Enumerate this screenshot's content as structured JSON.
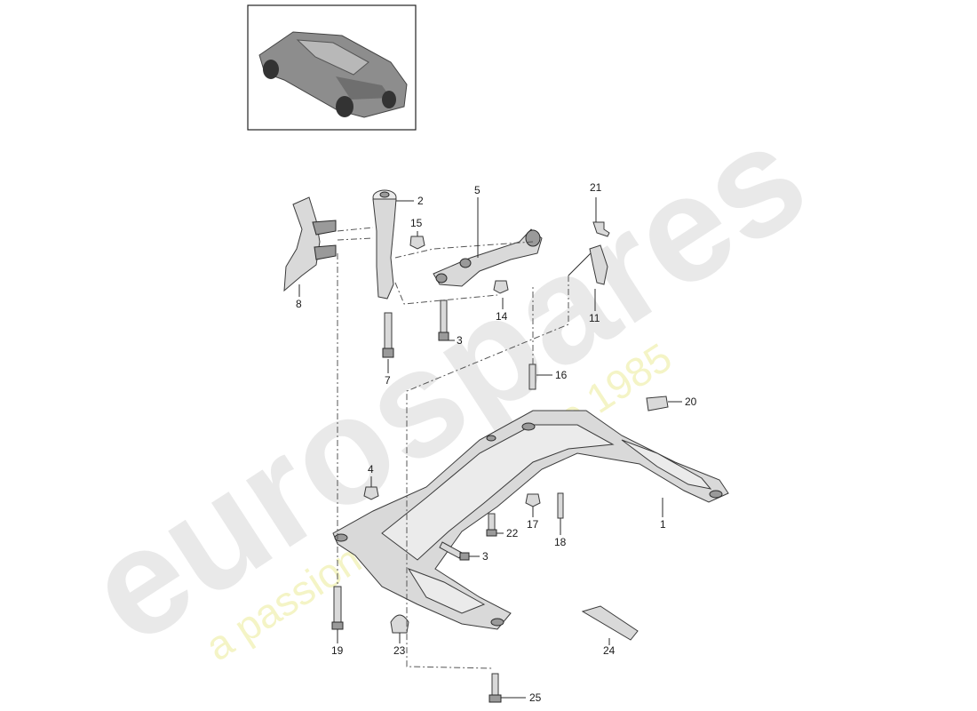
{
  "watermark": {
    "brand": "eurospares",
    "tagline": "a passion for parts since 1985"
  },
  "callouts": [
    {
      "id": "1",
      "text": "1"
    },
    {
      "id": "2",
      "text": "2"
    },
    {
      "id": "3a",
      "text": "3"
    },
    {
      "id": "3b",
      "text": "3"
    },
    {
      "id": "4",
      "text": "4"
    },
    {
      "id": "5",
      "text": "5"
    },
    {
      "id": "7",
      "text": "7"
    },
    {
      "id": "8",
      "text": "8"
    },
    {
      "id": "11",
      "text": "11"
    },
    {
      "id": "14",
      "text": "14"
    },
    {
      "id": "15",
      "text": "15"
    },
    {
      "id": "16",
      "text": "16"
    },
    {
      "id": "17",
      "text": "17"
    },
    {
      "id": "18",
      "text": "18"
    },
    {
      "id": "19",
      "text": "19"
    },
    {
      "id": "20",
      "text": "20"
    },
    {
      "id": "21",
      "text": "21"
    },
    {
      "id": "22",
      "text": "22"
    },
    {
      "id": "23",
      "text": "23"
    },
    {
      "id": "24",
      "text": "24"
    },
    {
      "id": "25",
      "text": "25"
    }
  ]
}
